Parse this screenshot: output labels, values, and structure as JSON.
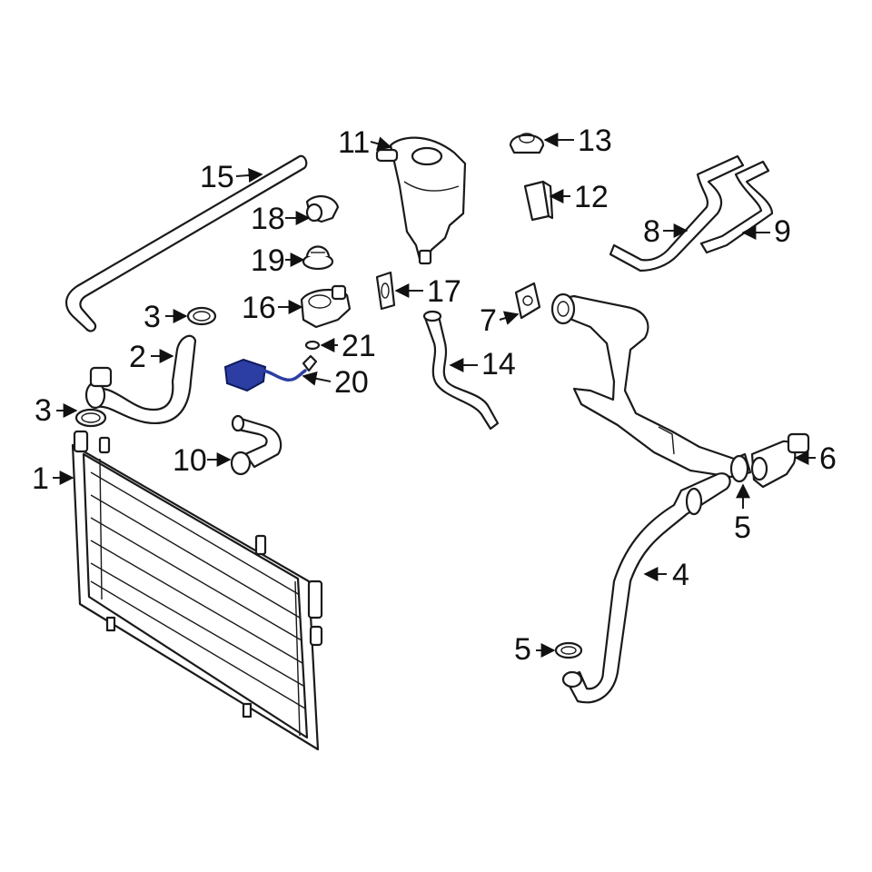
{
  "labels": {
    "l1": "1",
    "l2": "2",
    "l3a": "3",
    "l3b": "3",
    "l4": "4",
    "l5a": "5",
    "l5b": "5",
    "l6": "6",
    "l7": "7",
    "l8": "8",
    "l9": "9",
    "l10": "10",
    "l11": "11",
    "l12": "12",
    "l13": "13",
    "l14": "14",
    "l15": "15",
    "l16": "16",
    "l17": "17",
    "l18": "18",
    "l19": "19",
    "l20": "20",
    "l21": "21"
  },
  "colors": {
    "highlight": "#2c3ea3",
    "line": "#1a1a1a",
    "background": "#ffffff"
  }
}
